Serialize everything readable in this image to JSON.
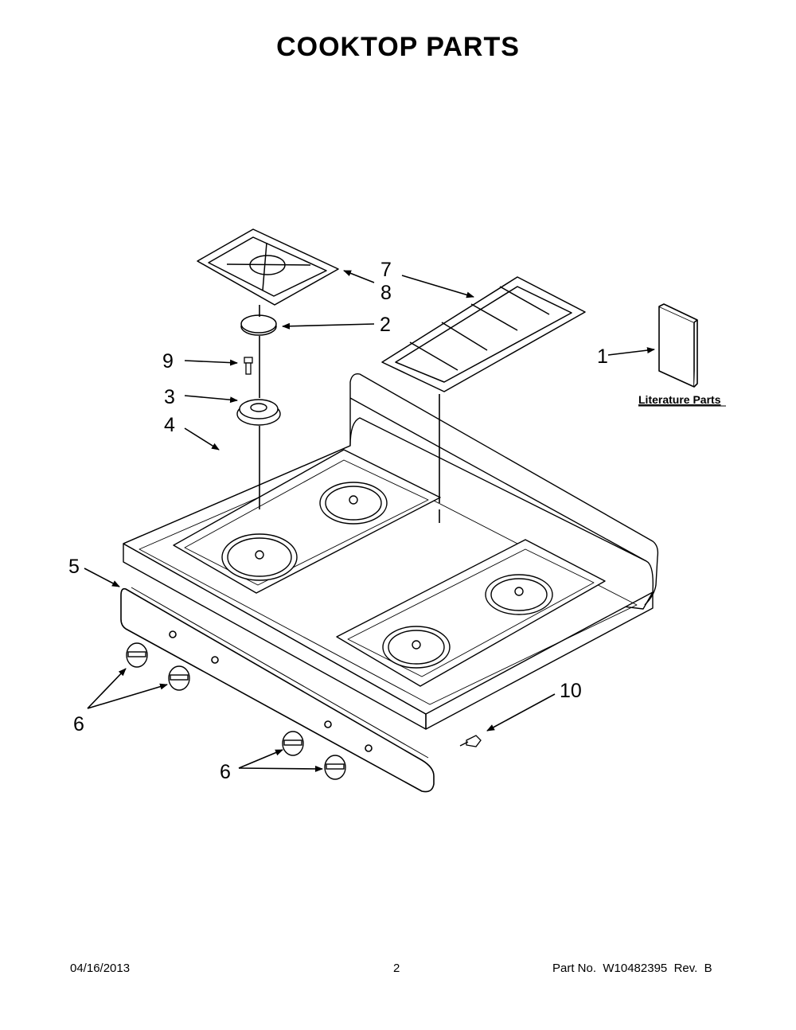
{
  "title": "COOKTOP PARTS",
  "callouts": {
    "c1": "1",
    "c2": "2",
    "c3": "3",
    "c4": "4",
    "c5": "5",
    "c6a": "6",
    "c6b": "6",
    "c7": "7",
    "c8": "8",
    "c9": "9",
    "c10": "10"
  },
  "literature_label": "Literature Parts",
  "footer": {
    "date": "04/16/2013",
    "page": "2",
    "part": "Part No.  W10482395  Rev.  B"
  }
}
